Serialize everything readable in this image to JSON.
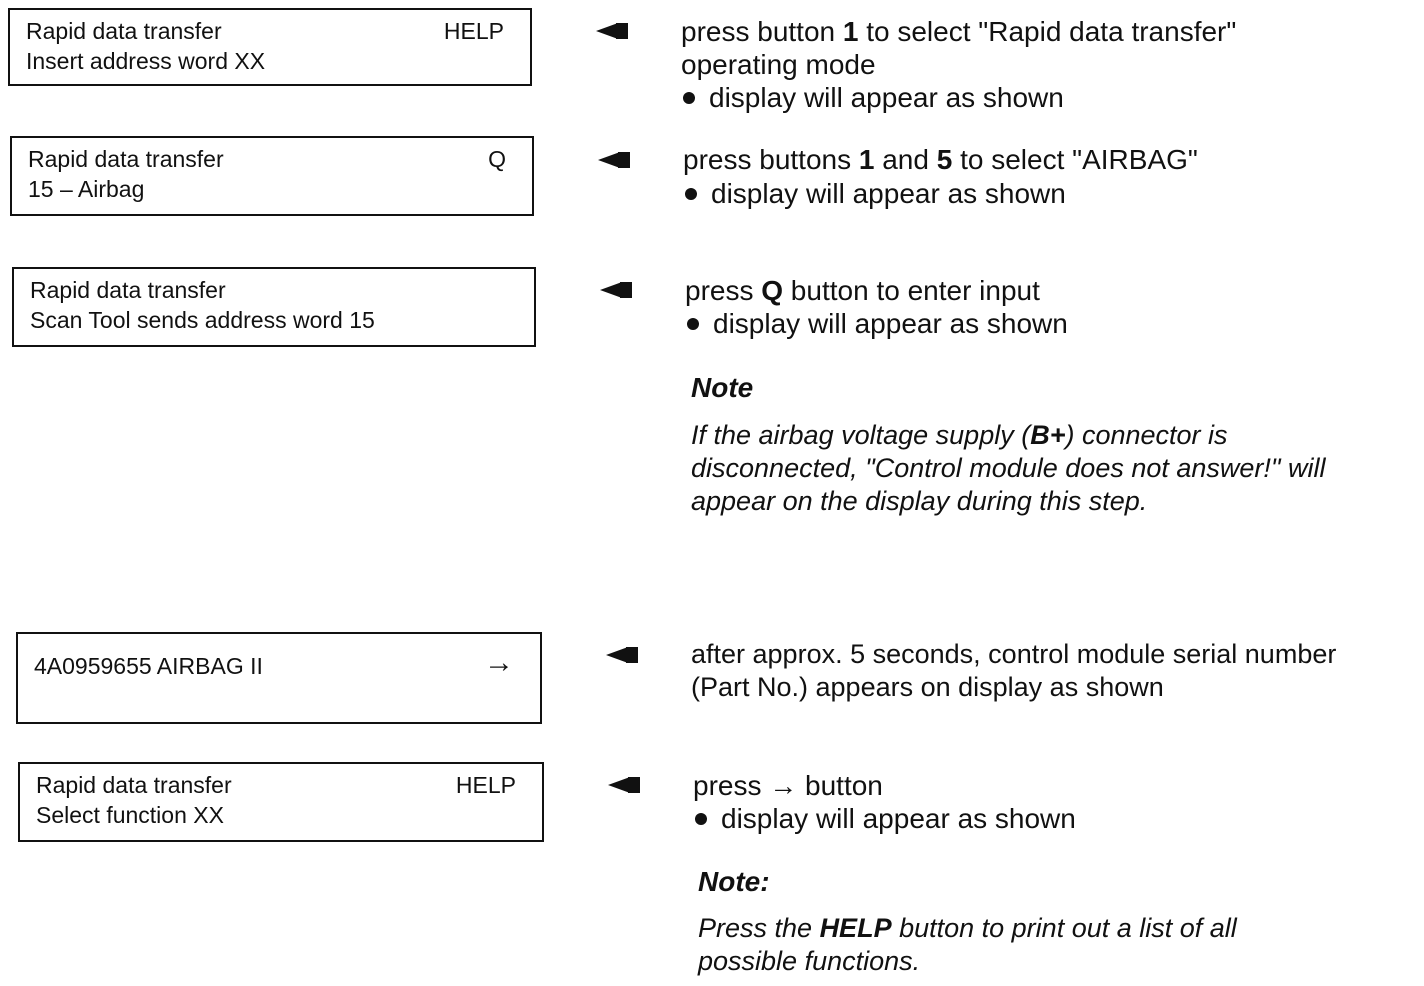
{
  "displays": [
    {
      "line1": "Rapid data transfer",
      "line2": "Insert address word XX",
      "right": "HELP"
    },
    {
      "line1": "Rapid data transfer",
      "line2": "15 – Airbag",
      "right": "Q"
    },
    {
      "line1": "Rapid data transfer",
      "line2": "Scan Tool sends address word 15",
      "right": ""
    },
    {
      "line1": "4A0959655   AIRBAG II",
      "line2": "",
      "right": "→"
    },
    {
      "line1": "Rapid data transfer",
      "line2": "Select function XX",
      "right": "HELP"
    }
  ],
  "steps": [
    {
      "text_a": "press button ",
      "bold_a": "1",
      "text_b": " to select \"Rapid data transfer\"",
      "line2": "operating mode",
      "bullet": "display will appear as shown"
    },
    {
      "text_a": "press buttons ",
      "bold_a": "1",
      "text_b": " and ",
      "bold_b": "5",
      "text_c": " to select \"AIRBAG\"",
      "bullet": "display will appear as shown"
    },
    {
      "text_a": "press ",
      "bold_a": "Q",
      "text_b": " button to enter input",
      "bullet": "display will appear as shown"
    },
    {
      "line1": "after approx. 5 seconds, control module serial number",
      "line2": "(Part No.) appears on display as shown"
    },
    {
      "text_a": "press ",
      "arrow": "→",
      "text_b": " button",
      "bullet": "display will appear as shown"
    }
  ],
  "note1": {
    "heading": "Note",
    "l1_a": "If the airbag voltage supply (",
    "l1_bold": "B+",
    "l1_b": ") connector is",
    "l2": "disconnected, \"Control module does not answer!\" will",
    "l3": "appear on the display during this step."
  },
  "note2": {
    "heading": "Note:",
    "l1_a": "Press the ",
    "l1_bold": "HELP",
    "l1_b": " button to print out a list of all",
    "l2": "possible functions."
  }
}
